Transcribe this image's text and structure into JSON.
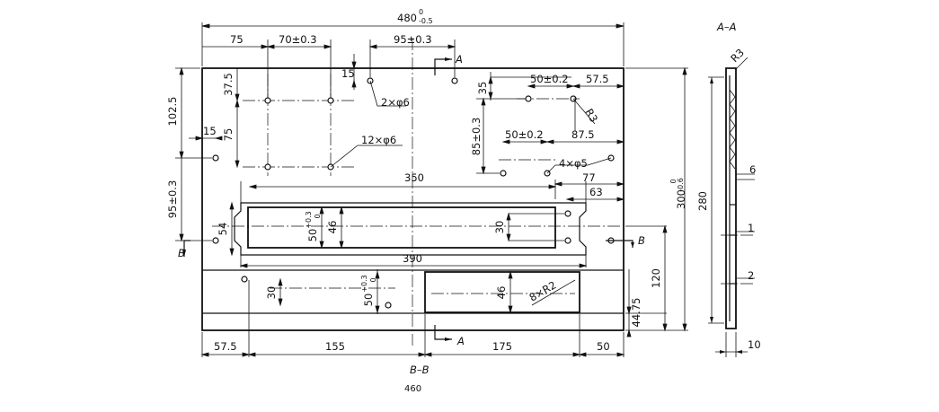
{
  "dimensions": {
    "overall_width": "480",
    "overall_width_tol_upper": "0",
    "overall_width_tol_lower": "-0.5",
    "overall_height": "300",
    "overall_height_tol_upper": "0",
    "overall_height_tol_lower": "-0.6",
    "d75": "75",
    "d70": "70±0.3",
    "d95a": "95±0.3",
    "d15a": "15",
    "d37_5": "37.5",
    "d102_5": "102.5",
    "d75v": "75",
    "d15b": "15",
    "d2phi6": "2×φ6",
    "d12phi6": "12×φ6",
    "d35": "35",
    "d50a": "50±0.2",
    "d57_5a": "57.5",
    "dR3a": "R3",
    "d85": "85±0.3",
    "d50b": "50±0.2",
    "d87_5": "87.5",
    "d4phi5": "4×φ5",
    "d95b": "95±0.3",
    "d350": "350",
    "d77": "77",
    "d63": "63",
    "d54": "54",
    "d50slot": "50",
    "d50slot_tol_upper": "+0.3",
    "d50slot_tol_lower": "0",
    "d46a": "46",
    "d30a": "30",
    "d390": "390",
    "d120": "120",
    "d30b": "30",
    "d50low": "50",
    "d50low_tol_upper": "+0.3",
    "d50low_tol_lower": "0",
    "d46b": "46",
    "d8R2": "8×R2",
    "d44_75": "44.75",
    "d57_5b": "57.5",
    "d155": "155",
    "d175": "175",
    "d50c": "50",
    "d280": "280",
    "d6": "6",
    "d1": "1",
    "d2": "2",
    "d10": "10",
    "dR3b": "R3"
  },
  "labels": {
    "section_aa": "A–A",
    "section_bb": "B–B",
    "mark_a_top": "A",
    "mark_a_bottom": "A",
    "mark_b_left": "B",
    "mark_b_right": "B",
    "figure_number": "460"
  }
}
